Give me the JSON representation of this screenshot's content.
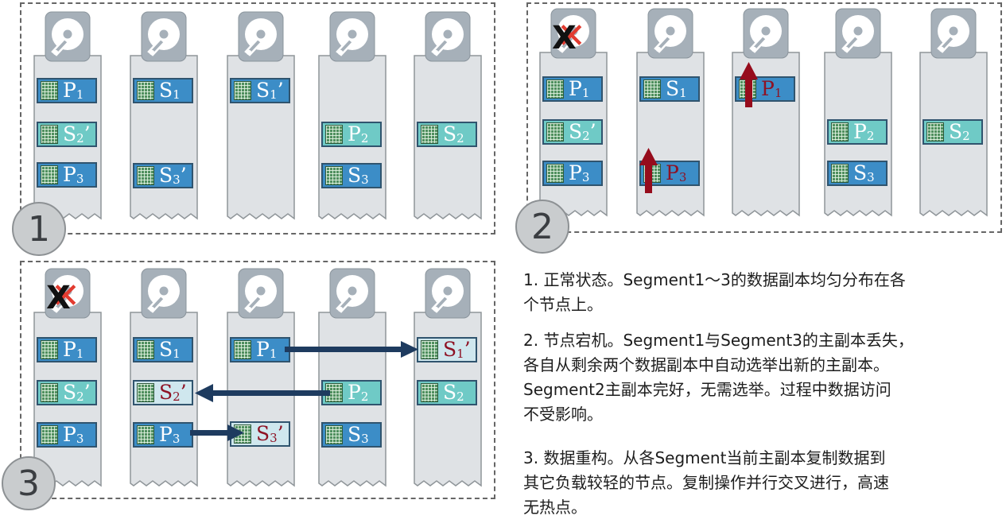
{
  "colors": {
    "primary": "#3c8dc7",
    "secondary": "#6fcac6",
    "pale": "#cfe7ee",
    "arrow_red": "#960c1c",
    "arrow_navy": "#1e3b5f",
    "cross_red": "#e23b30",
    "label_dark_red": "#8e1224"
  },
  "icon": "hard-disk-icon",
  "panels": {
    "p1": {
      "step": "1"
    },
    "p2": {
      "step": "2"
    },
    "p3": {
      "step": "3"
    }
  },
  "seg": {
    "p1": {
      "n1": {
        "a": {
          "name": "P",
          "sub": "1",
          "mark": ""
        },
        "b": {
          "name": "S",
          "sub": "2",
          "mark": "’"
        },
        "c": {
          "name": "P",
          "sub": "3",
          "mark": ""
        }
      },
      "n2": {
        "a": {
          "name": "S",
          "sub": "1",
          "mark": ""
        },
        "c": {
          "name": "S",
          "sub": "3",
          "mark": "’"
        }
      },
      "n3": {
        "a": {
          "name": "S",
          "sub": "1",
          "mark": "’"
        }
      },
      "n4": {
        "b": {
          "name": "P",
          "sub": "2",
          "mark": ""
        },
        "c": {
          "name": "S",
          "sub": "3",
          "mark": ""
        }
      },
      "n5": {
        "b": {
          "name": "S",
          "sub": "2",
          "mark": ""
        }
      }
    },
    "p2": {
      "n1": {
        "a": {
          "name": "P",
          "sub": "1",
          "mark": ""
        },
        "b": {
          "name": "S",
          "sub": "2",
          "mark": "’"
        },
        "c": {
          "name": "P",
          "sub": "3",
          "mark": ""
        }
      },
      "n2": {
        "a": {
          "name": "S",
          "sub": "1",
          "mark": ""
        },
        "c": {
          "name": "P",
          "sub": "3",
          "mark": ""
        }
      },
      "n3": {
        "a": {
          "name": "P",
          "sub": "1",
          "mark": ""
        }
      },
      "n4": {
        "b": {
          "name": "P",
          "sub": "2",
          "mark": ""
        },
        "c": {
          "name": "S",
          "sub": "3",
          "mark": ""
        }
      },
      "n5": {
        "b": {
          "name": "S",
          "sub": "2",
          "mark": ""
        }
      }
    },
    "p3": {
      "n1": {
        "a": {
          "name": "P",
          "sub": "1",
          "mark": ""
        },
        "b": {
          "name": "S",
          "sub": "2",
          "mark": "’"
        },
        "c": {
          "name": "P",
          "sub": "3",
          "mark": ""
        }
      },
      "n2": {
        "a": {
          "name": "S",
          "sub": "1",
          "mark": ""
        },
        "b": {
          "name": "S",
          "sub": "2",
          "mark": "’"
        },
        "c": {
          "name": "P",
          "sub": "3",
          "mark": ""
        }
      },
      "n3": {
        "a": {
          "name": "P",
          "sub": "1",
          "mark": ""
        },
        "c": {
          "name": "S",
          "sub": "3",
          "mark": "’"
        }
      },
      "n4": {
        "b": {
          "name": "P",
          "sub": "2",
          "mark": ""
        },
        "c": {
          "name": "S",
          "sub": "3",
          "mark": ""
        }
      },
      "n5": {
        "a": {
          "name": "S",
          "sub": "1",
          "mark": "’"
        },
        "b": {
          "name": "S",
          "sub": "2",
          "mark": ""
        }
      }
    }
  },
  "cross_mark": "X",
  "notes": {
    "n1": [
      "1. 正常状态。Segment1～3的数据副本均匀分布在各",
      "个节点上。"
    ],
    "n2": [
      "2. 节点宕机。Segment1与Segment3的主副本丢失，",
      "各自从剩余两个数据副本中自动选举出新的主副本。",
      "Segment2主副本完好，无需选举。过程中数据访问",
      "不受影响。"
    ],
    "n3": [
      "3. 数据重构。从各Segment当前主副本复制数据到",
      "其它负载较轻的节点。复制操作并行交叉进行，高速",
      "无热点。"
    ]
  }
}
